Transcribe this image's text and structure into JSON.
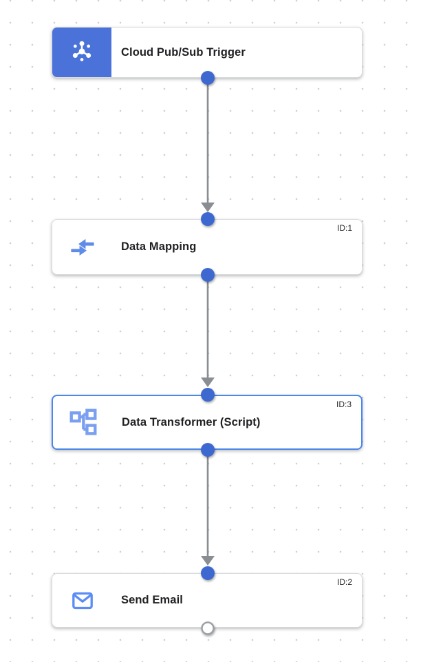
{
  "workflow": {
    "nodes": [
      {
        "title": "Cloud Pub/Sub Trigger",
        "id_label": "",
        "icon": "cloud-pubsub-trigger-icon",
        "kind": "trigger",
        "selected": false
      },
      {
        "title": "Data Mapping",
        "id_label": "ID:1",
        "icon": "data-mapping-icon",
        "kind": "task",
        "selected": false
      },
      {
        "title": "Data Transformer (Script)",
        "id_label": "ID:3",
        "icon": "data-transformer-icon",
        "kind": "task",
        "selected": true
      },
      {
        "title": "Send Email",
        "id_label": "ID:2",
        "icon": "send-email-icon",
        "kind": "task",
        "selected": false
      }
    ],
    "edges": [
      {
        "from": "Cloud Pub/Sub Trigger",
        "to": "Data Mapping"
      },
      {
        "from": "Data Mapping",
        "to": "Data Transformer (Script)"
      },
      {
        "from": "Data Transformer (Script)",
        "to": "Send Email"
      }
    ],
    "colors": {
      "trigger_block_blue": "#4a72d8",
      "port_dot_blue": "#3d68d0",
      "selected_border_blue": "#4b86ea",
      "icon_light_blue": "#6d96ea",
      "arrow_gray": "#8a8d91",
      "grid_dot_gray": "#cdd0d4",
      "title_text": "#212124"
    }
  }
}
